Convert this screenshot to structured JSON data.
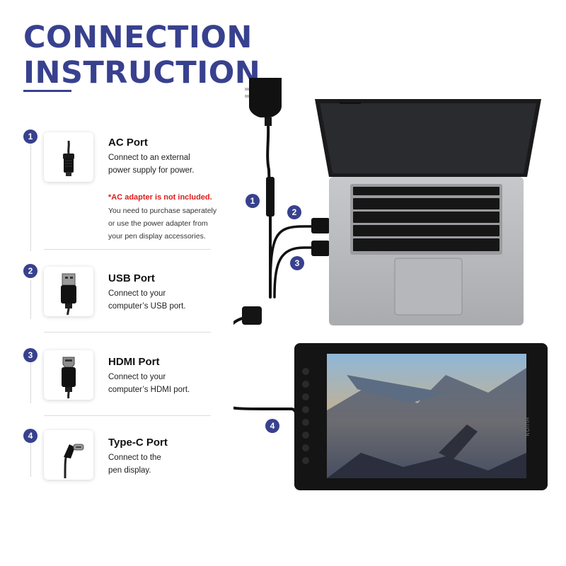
{
  "title": {
    "line1": "CONNECTION",
    "line2": "INSTRUCTION"
  },
  "colors": {
    "accent": "#38418e",
    "warning": "#e01b1b"
  },
  "ports": [
    {
      "number": "1",
      "name": "AC Port",
      "desc1": "Connect to an external",
      "desc2": "power supply for power.",
      "icon": "barrel-jack-icon"
    },
    {
      "number": "2",
      "name": "USB Port",
      "desc1": "Connect to your",
      "desc2": "computer’s USB port.",
      "icon": "usb-plug-icon"
    },
    {
      "number": "3",
      "name": "HDMI Port",
      "desc1": "Connect to your",
      "desc2": "computer’s HDMI port.",
      "icon": "hdmi-plug-icon"
    },
    {
      "number": "4",
      "name": "Type-C Port",
      "desc1": "Connect to the",
      "desc2": "pen display.",
      "icon": "type-c-plug-icon"
    }
  ],
  "ac_note": {
    "warning": "*AC adapter is not included.",
    "line1": "You need to purchase saperately",
    "line2": "or use the power adapter from",
    "line3": "your pen display accessories."
  },
  "diagram": {
    "labels": [
      "1",
      "2",
      "3",
      "4"
    ],
    "device_brand": "HUION"
  }
}
